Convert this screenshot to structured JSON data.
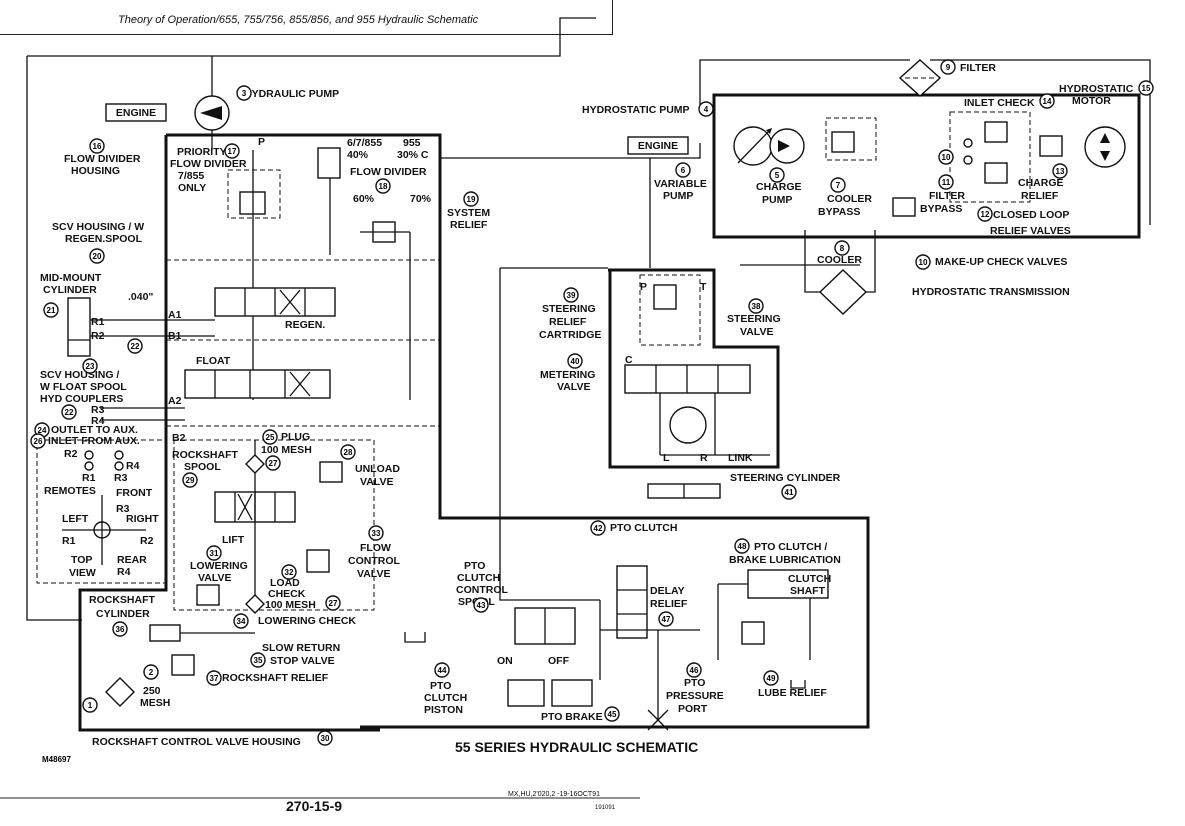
{
  "header": {
    "title": "Theory of Operation/655, 755/756, 855/856, and 955 Hydraulic Schematic"
  },
  "footer": {
    "figure_id": "M48697",
    "page_number": "270-15-9",
    "doc_ref": "MX,HU,2'020,2 -19-16OCT91",
    "small_code": "191091",
    "caption": "55 SERIES HYDRAULIC SCHEMATIC"
  },
  "engine_labels": [
    "ENGINE",
    "ENGINE"
  ],
  "labels": {
    "hydraulic_pump": "HYDRAULIC PUMP",
    "p": "P",
    "flow_divider_housing": [
      "FLOW DIVIDER",
      "HOUSING"
    ],
    "priority": [
      "PRIORITY",
      "FLOW DIVIDER",
      "7/855",
      "ONLY"
    ],
    "ratio_head": [
      "6/7/855",
      "955",
      "40%",
      "30% C"
    ],
    "flow_divider": "FLOW DIVIDER",
    "pct60": "60%",
    "pct70": "70%",
    "system_relief": [
      "SYSTEM",
      "RELIEF"
    ],
    "scv_regen": [
      "SCV HOUSING / W",
      "REGEN.SPOOL"
    ],
    "mid_mount": [
      "MID-MOUNT",
      "CYLINDER"
    ],
    "orifice": ".040\"",
    "r1": "R1",
    "r2": "R2",
    "a1": "A1",
    "b1": "B1",
    "regen": "REGEN.",
    "float": "FLOAT",
    "a2": "A2",
    "b2": "B2",
    "scv_float": [
      "SCV HOUSING /",
      "W FLOAT SPOOL"
    ],
    "hyd_couplers": "HYD COUPLERS",
    "r3": "R3",
    "r4": "R4",
    "outlet_aux": "OUTLET TO AUX.",
    "inlet_aux": "INLET FROM AUX.",
    "plug": "PLUG",
    "mesh100": "100 MESH",
    "rockshaft_spool": [
      "ROCKSHAFT",
      "SPOOL"
    ],
    "unload_valve": [
      "UNLOAD",
      "VALVE"
    ],
    "remotes": "REMOTES",
    "front": "FRONT",
    "left": "LEFT",
    "right": "RIGHT",
    "lift": "LIFT",
    "top_view": [
      "TOP",
      "VIEW"
    ],
    "rear": "REAR",
    "flow_control": [
      "FLOW",
      "CONTROL",
      "VALVE"
    ],
    "lowering_valve": [
      "LOWERING",
      "VALVE"
    ],
    "load_check": [
      "LOAD",
      "CHECK"
    ],
    "mesh100b": "100 MESH",
    "lowering_check": "LOWERING CHECK",
    "rockshaft_cylinder": [
      "ROCKSHAFT",
      "CYLINDER"
    ],
    "slow_return": [
      "SLOW RETURN",
      "STOP VALVE"
    ],
    "rockshaft_relief": "ROCKSHAFT RELIEF",
    "mesh250": [
      "250",
      "MESH"
    ],
    "rockshaft_housing": "ROCKSHAFT CONTROL VALVE HOUSING",
    "hydrostatic_pump": "HYDROSTATIC PUMP",
    "variable_pump": [
      "VARIABLE",
      "PUMP"
    ],
    "charge_pump": [
      "CHARGE",
      "PUMP"
    ],
    "cooler_bypass": [
      "COOLER",
      "BYPASS"
    ],
    "filter": "FILTER",
    "filter_bypass": [
      "FILTER",
      "BYPASS"
    ],
    "inlet_check": "INLET CHECK",
    "hydrostatic_motor": [
      "HYDROSTATIC",
      "MOTOR"
    ],
    "charge_relief": [
      "CHARGE",
      "RELIEF"
    ],
    "closed_loop": "CLOSED LOOP",
    "relief_valves": "RELIEF VALVES",
    "cooler": "COOLER",
    "makeup": "MAKE-UP CHECK VALVES",
    "hydrostatic_trans": "HYDROSTATIC TRANSMISSION",
    "steering_relief": [
      "STEERING",
      "RELIEF",
      "CARTRIDGE"
    ],
    "steering_valve": [
      "STEERING",
      "VALVE"
    ],
    "metering_valve": [
      "METERING",
      "VALVE"
    ],
    "p2": "P",
    "t": "T",
    "c": "C",
    "l": "L",
    "r": "R",
    "link": "LINK",
    "steering_cylinder": "STEERING CYLINDER",
    "pto_clutch": "PTO CLUTCH",
    "pto_lube": [
      "PTO CLUTCH /",
      "BRAKE LUBRICATION"
    ],
    "clutch_shaft": [
      "CLUTCH",
      "SHAFT"
    ],
    "pto_spool": [
      "PTO",
      "CLUTCH",
      "CONTROL",
      "SPOOL"
    ],
    "delay_relief": [
      "DELAY",
      "RELIEF"
    ],
    "on": "ON",
    "off": "OFF",
    "pto_piston": [
      "PTO",
      "CLUTCH",
      "PISTON"
    ],
    "pto_brake": "PTO BRAKE",
    "pto_port": [
      "PTO",
      "PRESSURE",
      "PORT"
    ],
    "lube_relief": "LUBE RELIEF"
  },
  "callouts": {
    "c1": "1",
    "c2": "2",
    "c3": "3",
    "c4": "4",
    "c5": "5",
    "c6": "6",
    "c7": "7",
    "c8": "8",
    "c9": "9",
    "c10": "10",
    "c11": "11",
    "c12": "12",
    "c13": "13",
    "c14": "14",
    "c15": "15",
    "c16": "16",
    "c17": "17",
    "c18": "18",
    "c19": "19",
    "c20": "20",
    "c21": "21",
    "c22": "22",
    "c23": "23",
    "c24": "24",
    "c25": "25",
    "c26": "26",
    "c27": "27",
    "c28": "28",
    "c29": "29",
    "c30": "30",
    "c31": "31",
    "c32": "32",
    "c33": "33",
    "c34": "34",
    "c35": "35",
    "c36": "36",
    "c37": "37",
    "c38": "38",
    "c39": "39",
    "c40": "40",
    "c41": "41",
    "c42": "42",
    "c43": "43",
    "c44": "44",
    "c45": "45",
    "c46": "46",
    "c47": "47",
    "c48": "48",
    "c49": "49"
  }
}
